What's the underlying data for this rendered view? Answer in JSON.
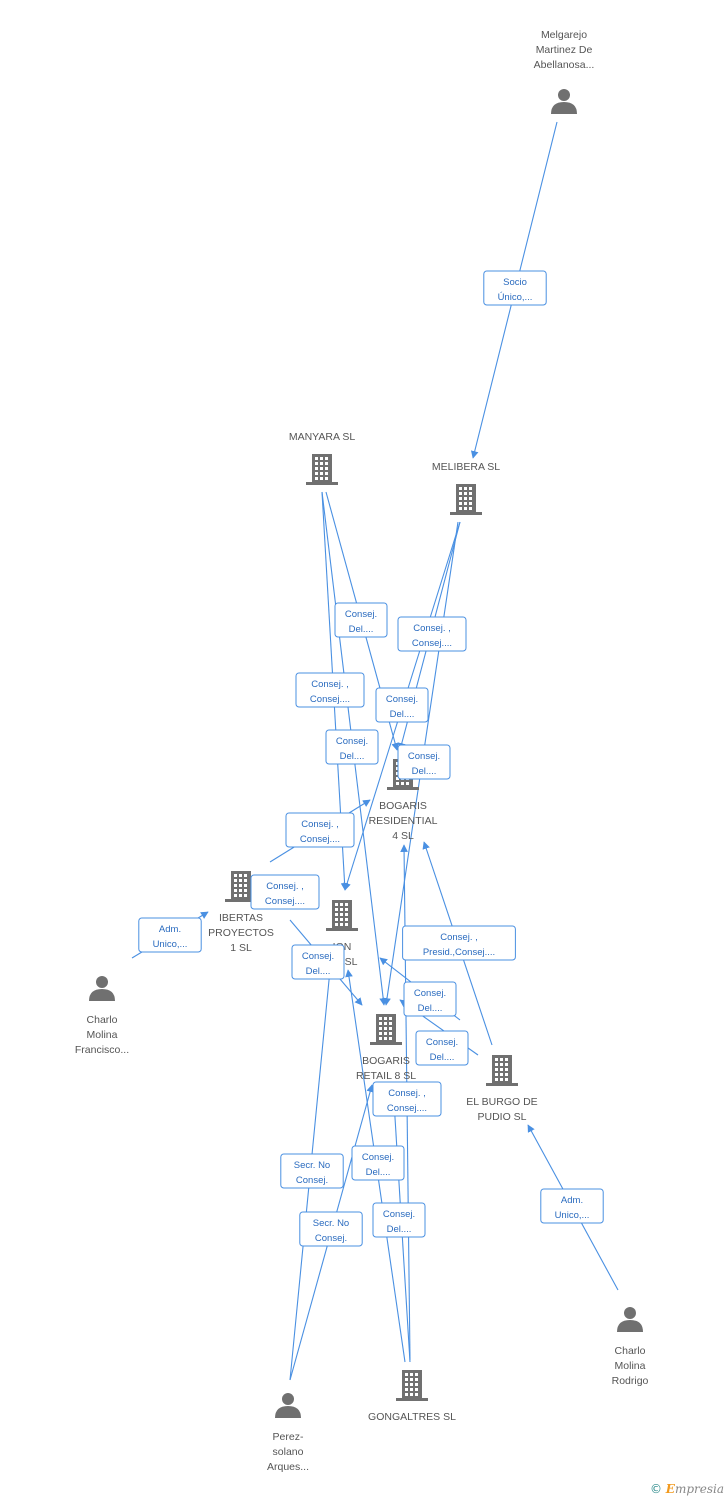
{
  "nodes": [
    {
      "id": "melgarejo",
      "type": "person",
      "label": [
        "Melgarejo",
        "Martinez De",
        "Abellanosa..."
      ]
    },
    {
      "id": "manyara",
      "type": "company",
      "label": [
        "MANYARA  SL"
      ]
    },
    {
      "id": "melibera",
      "type": "company",
      "label": [
        "MELIBERA SL"
      ]
    },
    {
      "id": "bogaris_res",
      "type": "company",
      "label": [
        "BOGARIS",
        "RESIDENTIAL",
        "4 SL"
      ]
    },
    {
      "id": "ibertas",
      "type": "company",
      "label": [
        "IBERTAS",
        "PROYECTOS",
        "1 SL"
      ]
    },
    {
      "id": "ion",
      "type": "company",
      "label": [
        "ION",
        "OS SL"
      ]
    },
    {
      "id": "bogaris_ret",
      "type": "company",
      "label": [
        "BOGARIS",
        "RETAIL 8  SL"
      ]
    },
    {
      "id": "burgo",
      "type": "company",
      "label": [
        "EL BURGO DE",
        "PUDIO SL"
      ]
    },
    {
      "id": "charlo_f",
      "type": "person",
      "label": [
        "Charlo",
        "Molina",
        "Francisco..."
      ]
    },
    {
      "id": "charlo_r",
      "type": "person",
      "label": [
        "Charlo",
        "Molina",
        "Rodrigo"
      ]
    },
    {
      "id": "perez",
      "type": "person",
      "label": [
        "Perez-",
        "solano",
        "Arques..."
      ]
    },
    {
      "id": "gongaltres",
      "type": "company",
      "label": [
        "GONGALTRES SL"
      ]
    }
  ],
  "edges": [
    {
      "label": [
        "Socio",
        "Único,..."
      ]
    },
    {
      "label": [
        "Consej.",
        "Del...."
      ]
    },
    {
      "label": [
        "Consej. ,",
        "Consej...."
      ]
    },
    {
      "label": [
        "Consej. ,",
        "Consej...."
      ]
    },
    {
      "label": [
        "Consej.",
        "Del...."
      ]
    },
    {
      "label": [
        "Consej.",
        "Del...."
      ]
    },
    {
      "label": [
        "Consej.",
        "Del...."
      ]
    },
    {
      "label": [
        "Consej. ,",
        "Consej...."
      ]
    },
    {
      "label": [
        "Consej. ,",
        "Consej...."
      ]
    },
    {
      "label": [
        "Adm.",
        "Unico,..."
      ]
    },
    {
      "label": [
        "Consej. ,",
        "Presid.,Consej...."
      ]
    },
    {
      "label": [
        "Consej.",
        "Del...."
      ]
    },
    {
      "label": [
        "Consej.",
        "Del...."
      ]
    },
    {
      "label": [
        "Consej.",
        "Del...."
      ]
    },
    {
      "label": [
        "Consej. ,",
        "Consej...."
      ]
    },
    {
      "label": [
        "Secr.  No",
        "Consej."
      ]
    },
    {
      "label": [
        "Consej.",
        "Del...."
      ]
    },
    {
      "label": [
        "Secr.  No",
        "Consej."
      ]
    },
    {
      "label": [
        "Consej.",
        "Del...."
      ]
    },
    {
      "label": [
        "Adm.",
        "Unico,..."
      ]
    }
  ],
  "footer": {
    "copyright": "©",
    "brand_initial": "E",
    "brand_rest": "mpresia"
  },
  "colors": {
    "edge": "#4a90e2",
    "icon": "#707070",
    "label": "#555555",
    "brand": "#f29a1f"
  }
}
